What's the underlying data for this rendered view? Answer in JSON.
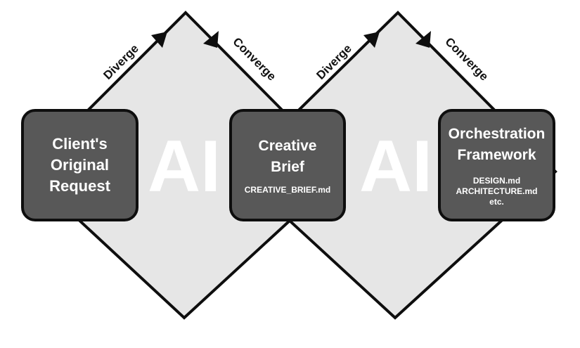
{
  "diagram": {
    "watermark": "AI",
    "diamonds": [
      {
        "diverge_label": "Diverge",
        "converge_label": "Converge"
      },
      {
        "diverge_label": "Diverge",
        "converge_label": "Converge"
      }
    ],
    "boxes": {
      "client": {
        "title": "Client's\nOriginal\nRequest"
      },
      "brief": {
        "title": "Creative\nBrief",
        "subtitle": "CREATIVE_BRIEF.md"
      },
      "framework": {
        "title": "Orchestration\nFramework",
        "subtitle": "DESIGN.md\nARCHITECTURE.md\netc."
      }
    },
    "colors": {
      "diamond_fill": "#e6e6e6",
      "line": "#0e0e0e",
      "box_fill": "#585858",
      "box_text": "#ffffff"
    }
  }
}
